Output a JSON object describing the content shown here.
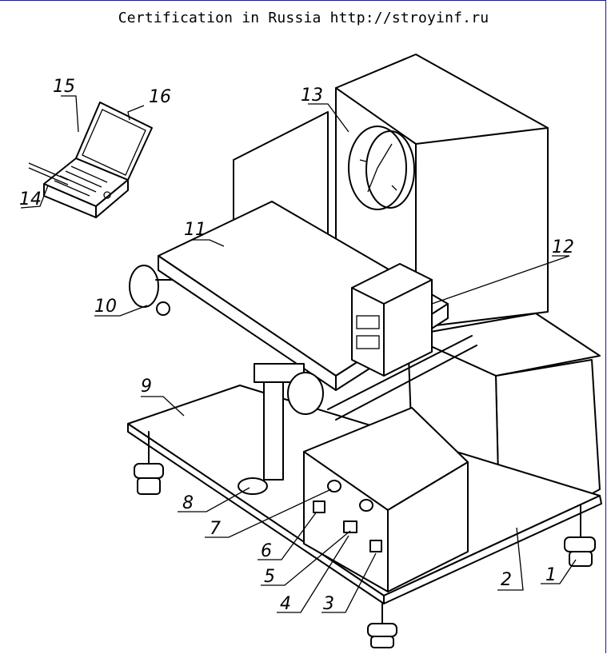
{
  "header": {
    "text": "Certification in Russia http://stroyinf.ru"
  },
  "labels": [
    "1",
    "2",
    "3",
    "4",
    "5",
    "6",
    "7",
    "8",
    "9",
    "10",
    "11",
    "12",
    "13",
    "14",
    "15",
    "16"
  ]
}
